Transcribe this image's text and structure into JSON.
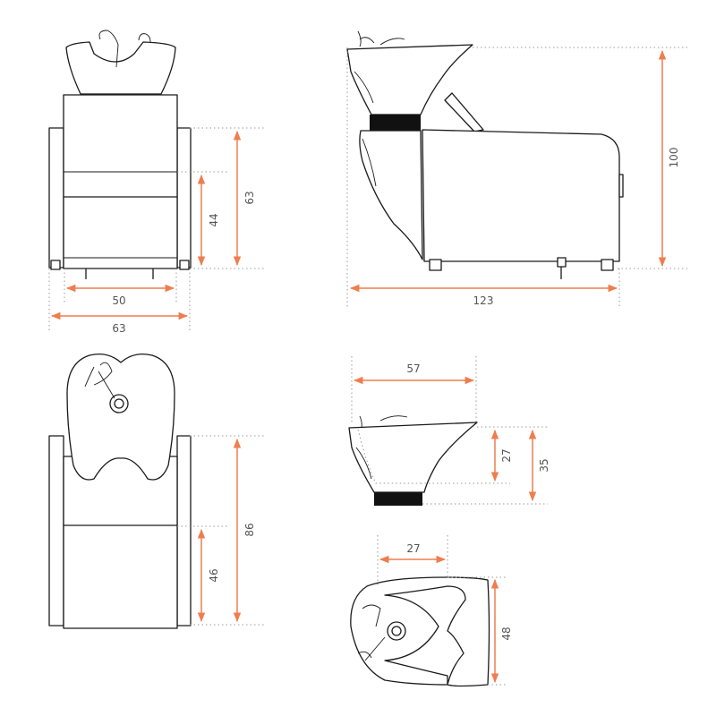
{
  "colors": {
    "accent": "#ef7d4f",
    "line": "#1a1a1a",
    "guide": "#999999"
  },
  "views": {
    "front": {
      "height_total": "63",
      "seat_height": "44",
      "inner_width": "50",
      "outer_width": "63"
    },
    "side": {
      "height": "100",
      "length": "123"
    },
    "top": {
      "length": "86",
      "seat_length": "46"
    },
    "basin_side": {
      "width": "57",
      "inner_depth": "27",
      "height": "35"
    },
    "basin_top": {
      "width": "27",
      "length": "48"
    }
  }
}
